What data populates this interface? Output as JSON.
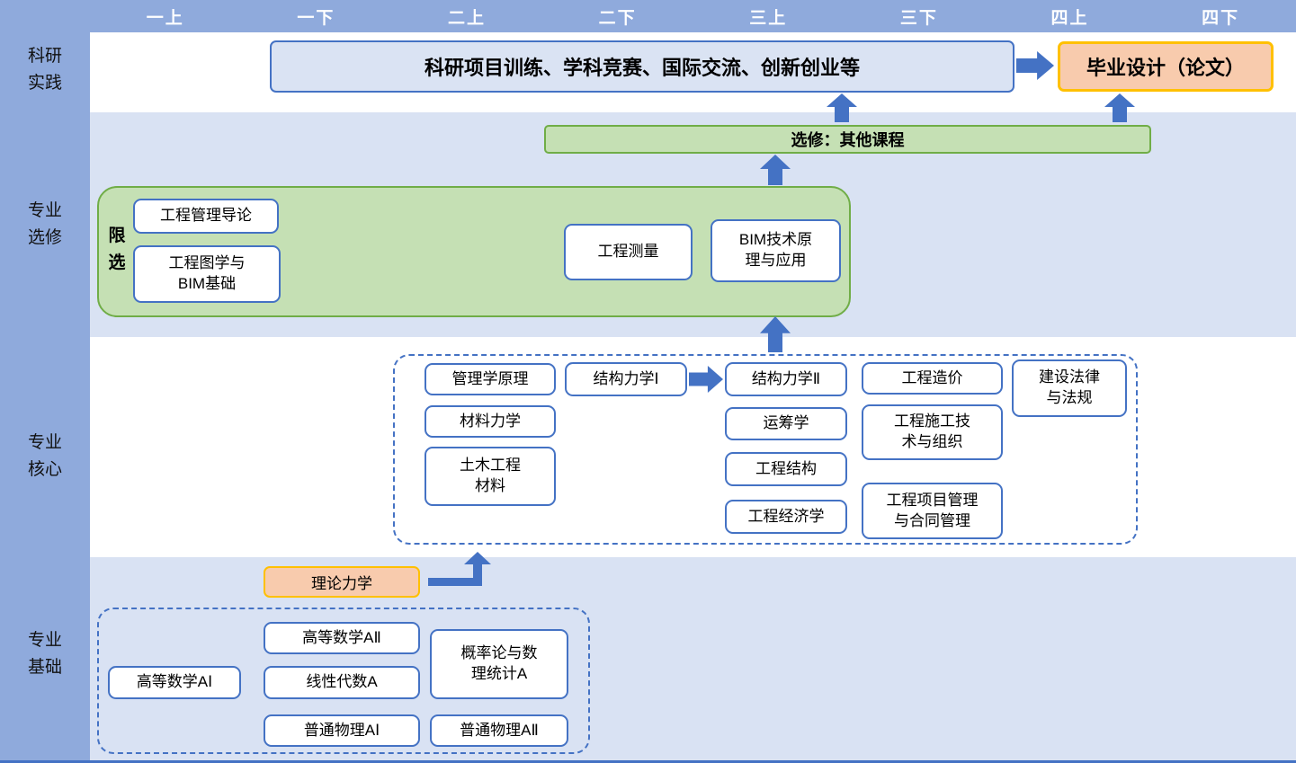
{
  "header": {
    "columns": [
      "一上",
      "一下",
      "二上",
      "二下",
      "三上",
      "三下",
      "四上",
      "四下"
    ]
  },
  "sidebar": {
    "rows": [
      "科研\n实践",
      "专业\n选修",
      "专业\n核心",
      "专业\n基础"
    ]
  },
  "research_row": {
    "program_box": "科研项目训练、学科竞赛、国际交流、创新创业等",
    "thesis_box": "毕业设计（论文）"
  },
  "elective_row": {
    "optional_bar": "选修：其他课程",
    "restricted_label": "限\n选",
    "courses": {
      "intro_em": "工程管理导论",
      "graphics_bim": "工程图学与\nBIM基础",
      "surveying": "工程测量",
      "bim_tech": "BIM技术原\n理与应用"
    }
  },
  "core_row": {
    "courses": {
      "management": "管理学原理",
      "mechanics1": "结构力学Ⅰ",
      "mechanics2": "结构力学Ⅱ",
      "cost": "工程造价",
      "law": "建设法律\n与法规",
      "material_mech": "材料力学",
      "operations": "运筹学",
      "construction_tech": "工程施工技\n术与组织",
      "civil_materials": "土木工程\n材料",
      "structures": "工程结构",
      "economics": "工程经济学",
      "project_mgmt": "工程项目管理\n与合同管理"
    }
  },
  "foundation_row": {
    "theoretical_mechanics": "理论力学",
    "courses": {
      "math1": "高等数学AⅠ",
      "math2": "高等数学AⅡ",
      "linear_algebra": "线性代数A",
      "physics1": "普通物理AⅠ",
      "probability": "概率论与数\n理统计A",
      "physics2": "普通物理AⅡ"
    }
  },
  "colors": {
    "header_blue": "#8FAADC",
    "stripe_blue": "#D9E2F3",
    "box_border_blue": "#4472C4",
    "research_fill_blue": "#DAE3F3",
    "green_fill": "#C5E0B4",
    "green_border": "#70AD47",
    "orange_fill": "#F8CBAD",
    "orange_border": "#FFC000",
    "arrow_blue": "#4472C4"
  }
}
